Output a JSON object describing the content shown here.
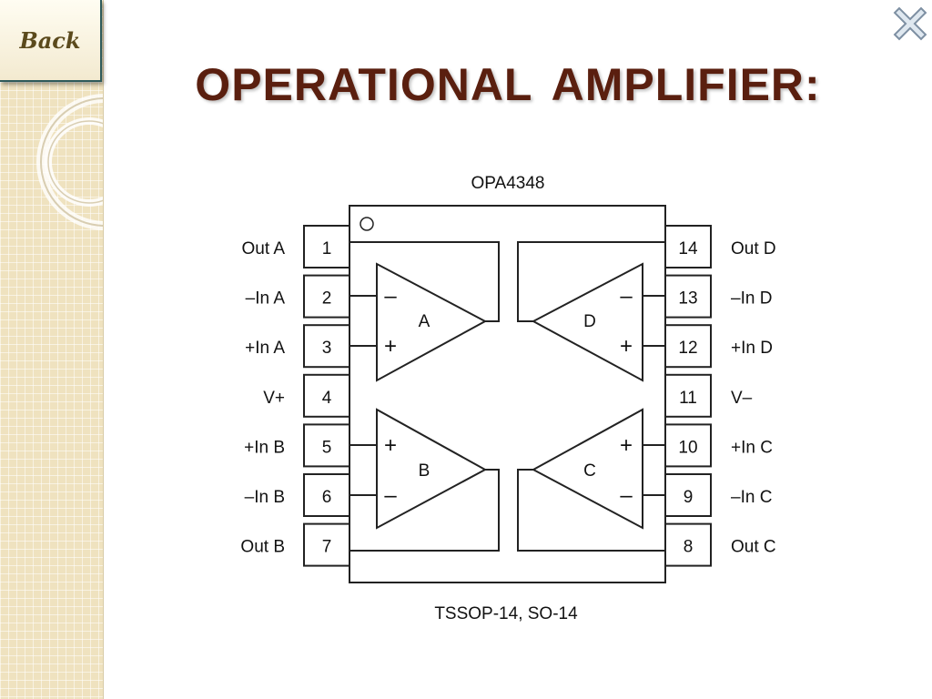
{
  "nav": {
    "back_label": "Back"
  },
  "page": {
    "title": "OPERATIONAL  AMPLIFIER:"
  },
  "diagram": {
    "part_number": "OPA4348",
    "package": "TSSOP-14, SO-14",
    "left_pins": [
      {
        "number": "1",
        "label": "Out A"
      },
      {
        "number": "2",
        "label": "–In A"
      },
      {
        "number": "3",
        "label": "+In A"
      },
      {
        "number": "4",
        "label": "V+"
      },
      {
        "number": "5",
        "label": "+In B"
      },
      {
        "number": "6",
        "label": "–In B"
      },
      {
        "number": "7",
        "label": "Out B"
      }
    ],
    "right_pins": [
      {
        "number": "14",
        "label": "Out D"
      },
      {
        "number": "13",
        "label": "–In D"
      },
      {
        "number": "12",
        "label": "+In D"
      },
      {
        "number": "11",
        "label": "V–"
      },
      {
        "number": "10",
        "label": "+In C"
      },
      {
        "number": "9",
        "label": "–In C"
      },
      {
        "number": "8",
        "label": "Out C"
      }
    ],
    "amplifiers": [
      "A",
      "B",
      "C",
      "D"
    ],
    "plus_sign": "+",
    "minus_sign": "–"
  },
  "colors": {
    "title": "#5a1f0f",
    "sidebar": "#efe2bf",
    "back_border": "#2e5a5a"
  }
}
